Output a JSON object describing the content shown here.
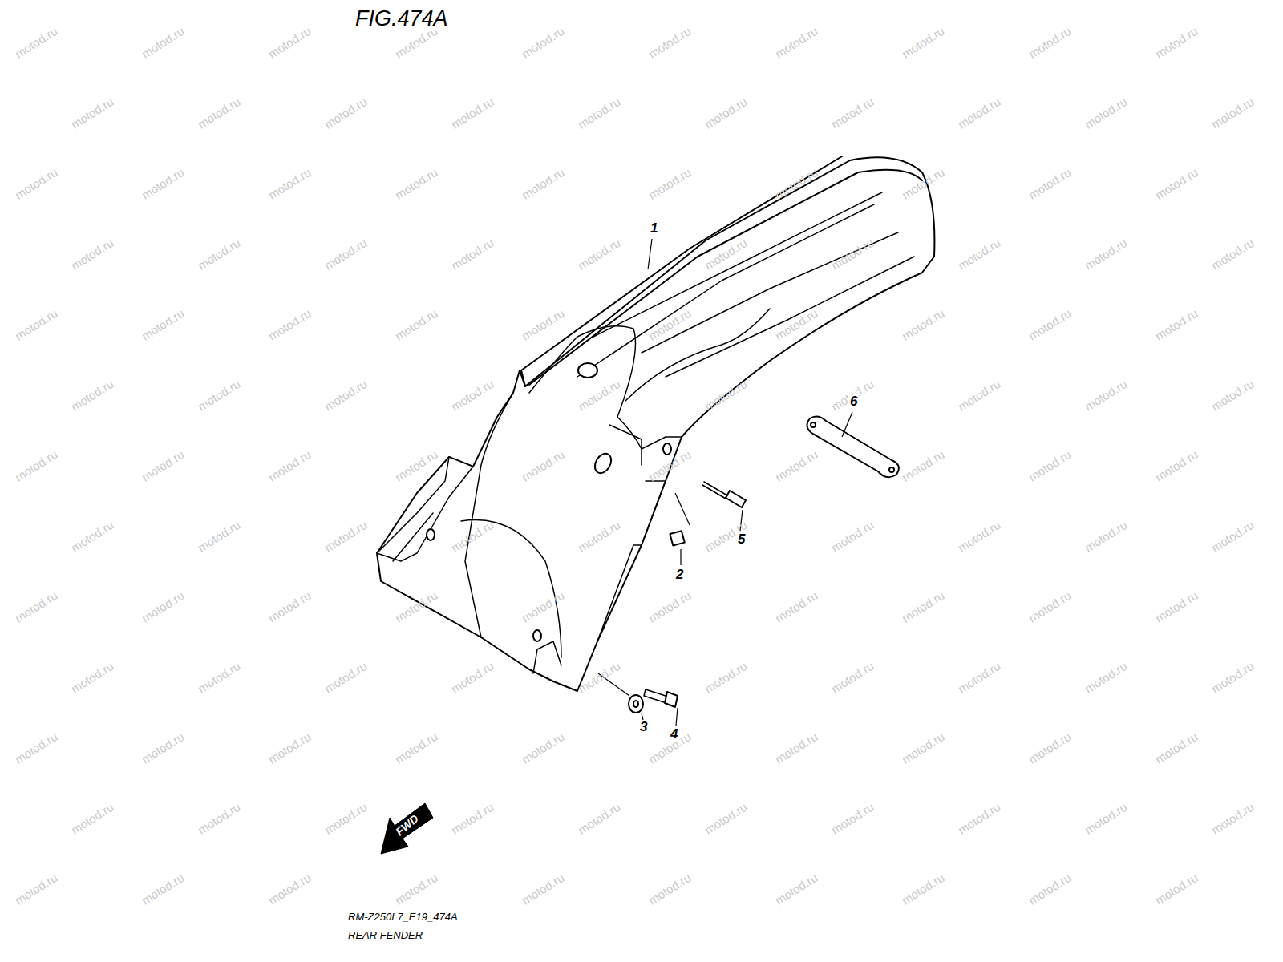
{
  "diagram": {
    "title": "FIG.474A",
    "labels": [
      "1",
      "2",
      "3",
      "4",
      "5",
      "6",
      "FWD",
      "RM-Z250L7_E19_474A",
      "REAR FENDER",
      "motod.ru",
      "motod.ru",
      "motod.ru",
      "motod.ru",
      "motod.ru",
      "motod.ru",
      "motod.ru",
      "motod.ru",
      "motod.ru",
      "motod.ru",
      "motod.ru",
      "motod.ru",
      "motod.ru",
      "motod.ru",
      "motod.ru",
      "motod.ru",
      "motod.ru",
      "motod.ru",
      "motod.ru",
      "motod.ru",
      "motod.ru",
      "motod.ru",
      "motod.ru",
      "motod.ru",
      "motod.ru",
      "motod.ru",
      "motod.ru",
      "motod.ru",
      "motod.ru",
      "motod.ru",
      "motod.ru",
      "motod.ru",
      "motod.ru",
      "motod.ru",
      "motod.ru",
      "motod.ru",
      "motod.ru",
      "motod.ru",
      "motod.ru",
      "motod.ru",
      "motod.ru",
      "motod.ru",
      "motod.ru",
      "motod.ru",
      "motod.ru",
      "motod.ru",
      "motod.ru",
      "motod.ru",
      "motod.ru",
      "motod.ru",
      "motod.ru",
      "motod.ru",
      "motod.ru",
      "motod.ru",
      "motod.ru",
      "motod.ru",
      "motod.ru",
      "motod.ru",
      "motod.ru",
      "motod.ru",
      "motod.ru",
      "motod.ru",
      "motod.ru",
      "motod.ru",
      "motod.ru",
      "motod.ru",
      "motod.ru",
      "motod.ru",
      "motod.ru",
      "motod.ru",
      "motod.ru",
      "motod.ru",
      "motod.ru",
      "motod.ru",
      "motod.ru",
      "motod.ru",
      "motod.ru",
      "motod.ru",
      "motod.ru",
      "motod.ru",
      "motod.ru",
      "motod.ru",
      "motod.ru",
      "motod.ru",
      "motod.ru",
      "motod.ru",
      "motod.ru",
      "motod.ru",
      "motod.ru",
      "motod.ru",
      "motod.ru",
      "motod.ru",
      "motod.ru",
      "motod.ru",
      "motod.ru",
      "motod.ru",
      "motod.ru",
      "motod.ru",
      "motod.ru",
      "motod.ru",
      "motod.ru",
      "motod.ru",
      "motod.ru",
      "motod.ru",
      "motod.ru",
      "motod.ru",
      "motod.ru",
      "motod.ru",
      "motod.ru",
      "motod.ru",
      "motod.ru",
      "motod.ru",
      "motod.ru",
      "motod.ru",
      "motod.ru",
      "motod.ru",
      "motod.ru",
      "motod.ru",
      "motod.ru",
      "motod.ru",
      "motod.ru",
      "motod.ru",
      "motod.ru",
      "motod.ru",
      "motod.ru",
      "motod.ru",
      "motod.ru",
      "motod.ru",
      "motod.ru",
      "motod.ru"
    ]
  }
}
